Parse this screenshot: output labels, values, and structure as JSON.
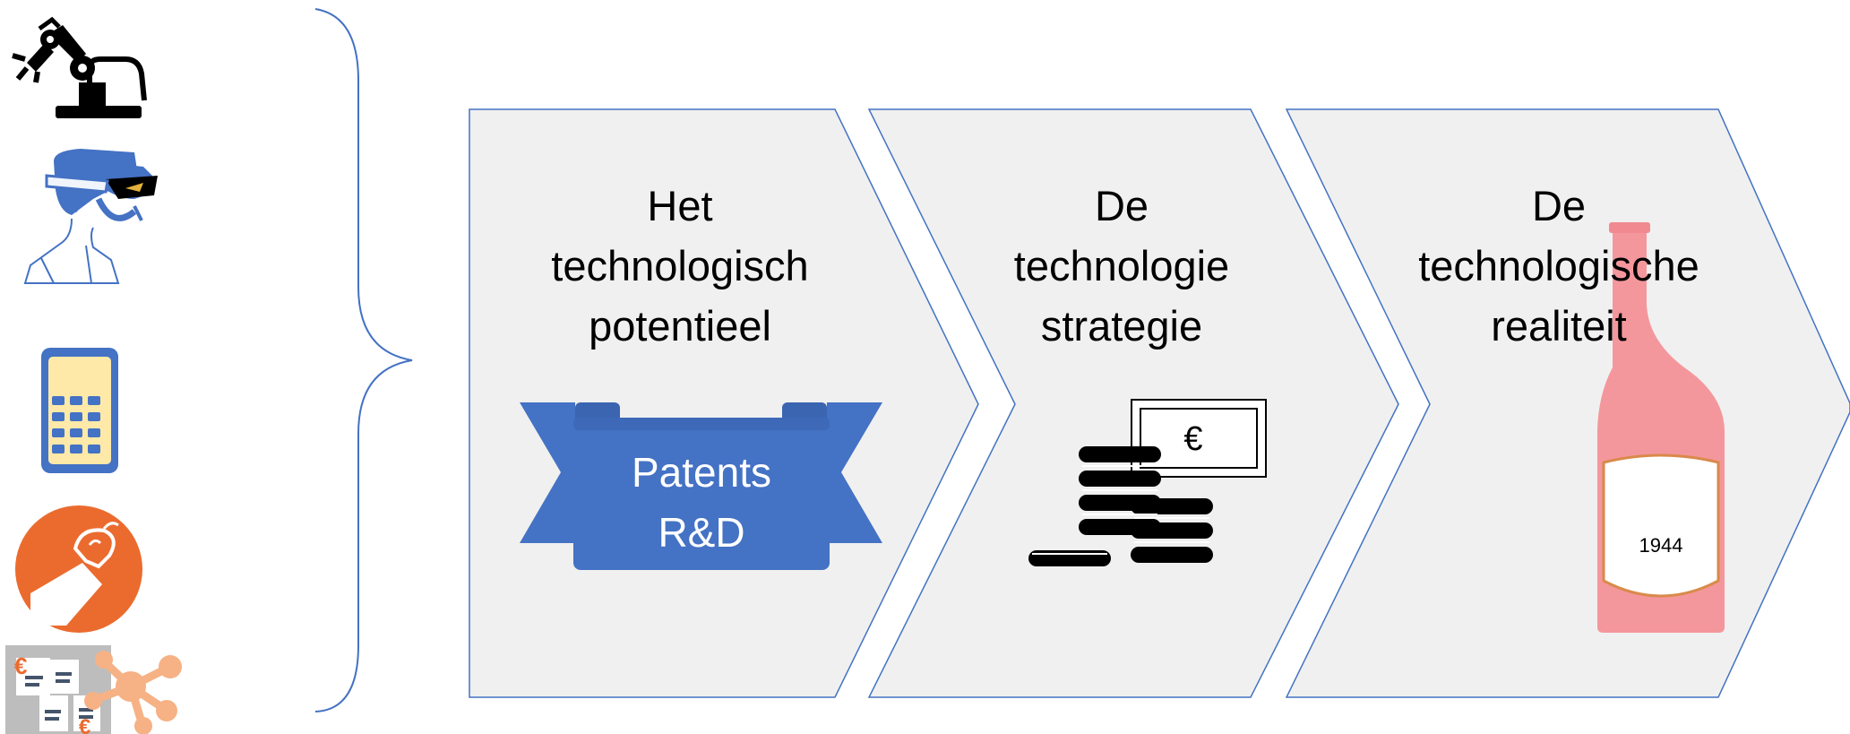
{
  "steps": [
    {
      "lines": [
        "Het",
        "technologisch",
        "potentieel"
      ]
    },
    {
      "lines": [
        "De",
        "technologie",
        "strategie"
      ]
    },
    {
      "lines": [
        "De",
        "technologische",
        "realiteit"
      ]
    }
  ],
  "banner": {
    "line1": "Patents",
    "line2": "R&D"
  },
  "money": {
    "currency_symbol": "€"
  },
  "bottle": {
    "label_year": "1944"
  },
  "sidebar_icons": {
    "finance_currency_a": "€",
    "finance_currency_b": "€"
  },
  "colors": {
    "chevron_fill": "#f0f0f0",
    "chevron_stroke": "#4472c4",
    "banner_blue": "#4472c4",
    "bottle_pink": "#f4979c",
    "orange": "#eb6b2f",
    "network_orange": "#f6b184"
  },
  "icons": [
    "robot-arm-icon",
    "vr-headset-person-icon",
    "calculator-icon",
    "idea-bulb-icon",
    "finance-network-icon",
    "coins-banknote-icon",
    "wine-bottle-icon",
    "ribbon-banner-icon"
  ]
}
